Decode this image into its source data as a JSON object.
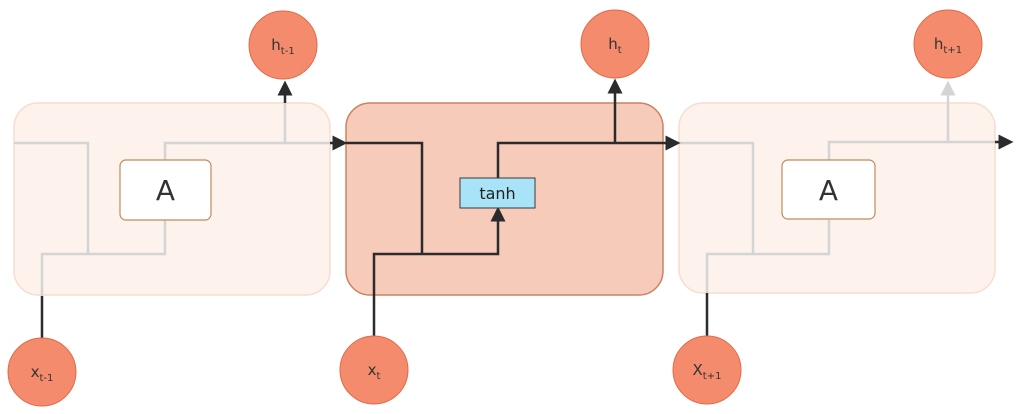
{
  "colors": {
    "node_fill": "#f48b6c",
    "node_stroke": "#e06a48",
    "cell_faded_fill": "#fdf2ec",
    "cell_faded_stroke": "#f6ddd0",
    "cell_active_fill": "#f7cbb9",
    "cell_active_stroke": "#cc8262",
    "line_dark": "#2b2b2b",
    "line_faded": "#d4d4d4",
    "tanh_fill": "#a9e3f8",
    "tanh_stroke": "#3a3a3a",
    "a_box_stroke": "#c08a5c"
  },
  "cells": [
    {
      "label": "A",
      "input": {
        "main": "x",
        "sub": "t-1"
      },
      "output": {
        "main": "h",
        "sub": "t-1"
      }
    },
    {
      "label": "tanh",
      "input": {
        "main": "x",
        "sub": "t"
      },
      "output": {
        "main": "h",
        "sub": "t"
      }
    },
    {
      "label": "A",
      "input": {
        "main": "X",
        "sub": "t+1"
      },
      "output": {
        "main": "h",
        "sub": "t+1"
      }
    }
  ]
}
